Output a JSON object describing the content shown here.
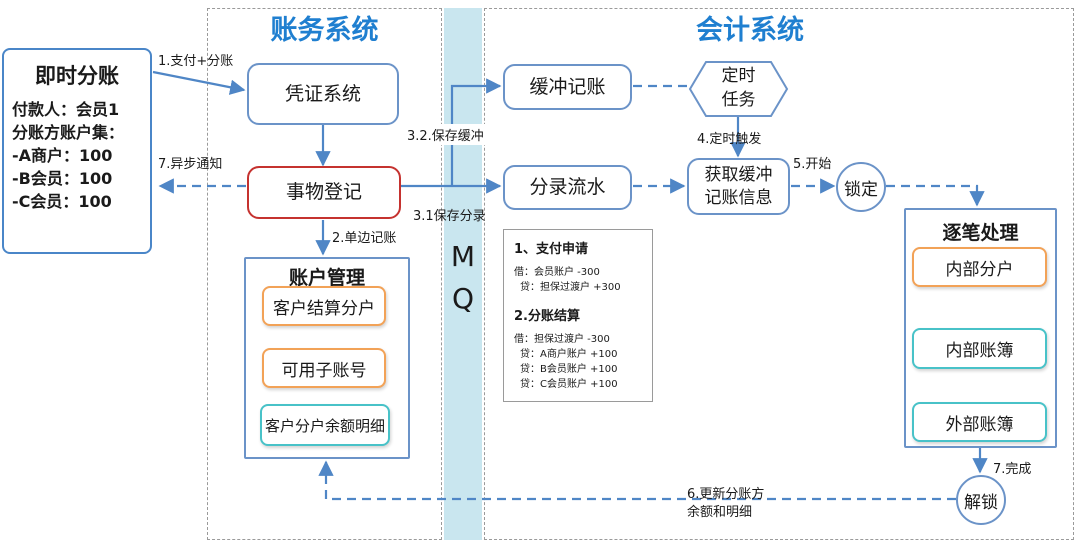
{
  "regions": {
    "accounts_system": "账务系统",
    "accounting_system": "会计系统",
    "mq": [
      "M",
      "Q"
    ]
  },
  "left_card": {
    "title": "即时分账",
    "lines": [
      "付款人：会员1",
      "分账方账户集：",
      "-A商户：100",
      "-B会员：100",
      "-C会员：100"
    ]
  },
  "boxes": {
    "voucher_system": "凭证系统",
    "transaction_register": "事物登记",
    "buffer_posting": "缓冲记账",
    "entry_flow": "分录流水",
    "scheduled_task": [
      "定时",
      "任务"
    ],
    "fetch_buffer": [
      "获取缓冲",
      "记账信息"
    ],
    "lock": "锁定",
    "unlock": "解锁"
  },
  "account_mgmt": {
    "title": "账户管理",
    "items": [
      "客户结算分户",
      "可用子账号",
      "客户分户余额明细"
    ]
  },
  "process_panel": {
    "title": "逐笔处理",
    "items": [
      "内部分户",
      "内部账簿",
      "外部账簿"
    ]
  },
  "note": {
    "sections": [
      {
        "heading": "1、支付申请",
        "lines": [
          "借：会员账户 -300",
          "贷：担保过渡户 +300"
        ]
      },
      {
        "heading": "2.分账结算",
        "lines": [
          "借：担保过渡户 -300",
          "贷：A商户账户 +100",
          "贷：B会员账户 +100",
          "贷：C会员账户 +100"
        ]
      }
    ]
  },
  "flow_labels": {
    "pay_split": "1.支付+分账",
    "single_entry": "2.单边记账",
    "save_entry": "3.1保存分录",
    "save_buffer": "3.2.保存缓冲",
    "timer_trigger": "4.定时触发",
    "start": "5.开始",
    "update_balance": [
      "6.更新分账方",
      "余额和明细"
    ],
    "done": "7.完成",
    "async_notify": "7.异步通知"
  },
  "colors": {
    "region_title": "#1f7fd0",
    "box_border": "#6b93c8",
    "highlight_border": "#c5322f",
    "orange_border": "#f2a257",
    "teal_border": "#48c2c8",
    "arrow": "#4f86c6",
    "mq_band": "#c9e6ef"
  }
}
